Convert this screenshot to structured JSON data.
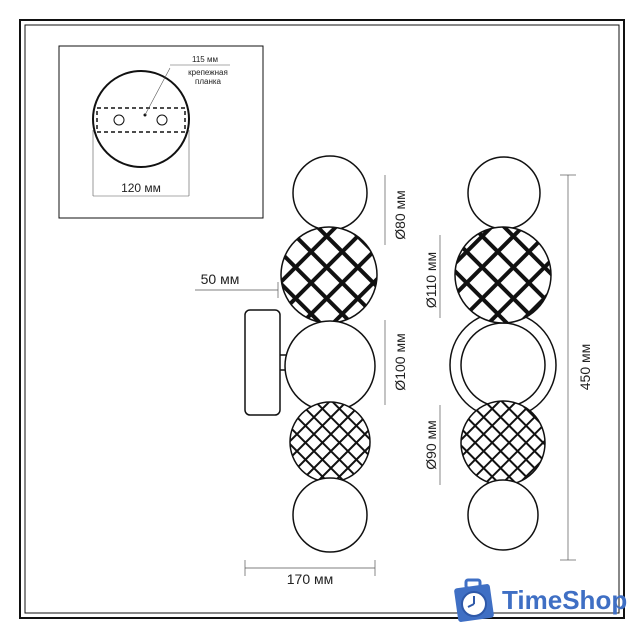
{
  "inset": {
    "bracket_width": "115 мм",
    "bracket_label_1": "крепежная",
    "bracket_label_2": "планка",
    "base_diameter": "120 мм"
  },
  "dimensions": {
    "d80": "Ø80 мм",
    "d100": "Ø100 мм",
    "d110": "Ø110 мм",
    "d90": "Ø90 мм",
    "height": "450 мм",
    "width": "170 мм",
    "depth": "50 мм"
  },
  "logo": {
    "text": "TimeShop",
    "color": "#3f6fc4",
    "icon": "clock-bag-icon"
  }
}
